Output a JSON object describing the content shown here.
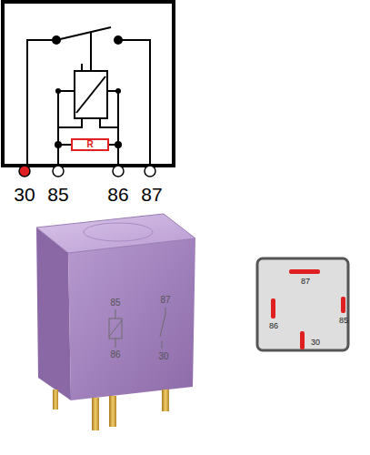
{
  "diagram": {
    "nodes": [
      {
        "text": [
          "R"
        ]
      }
    ],
    "labels": [
      "30",
      "85",
      "86",
      "87",
      "85",
      "87",
      "86",
      "30",
      "87",
      "86",
      "85",
      "30"
    ]
  }
}
